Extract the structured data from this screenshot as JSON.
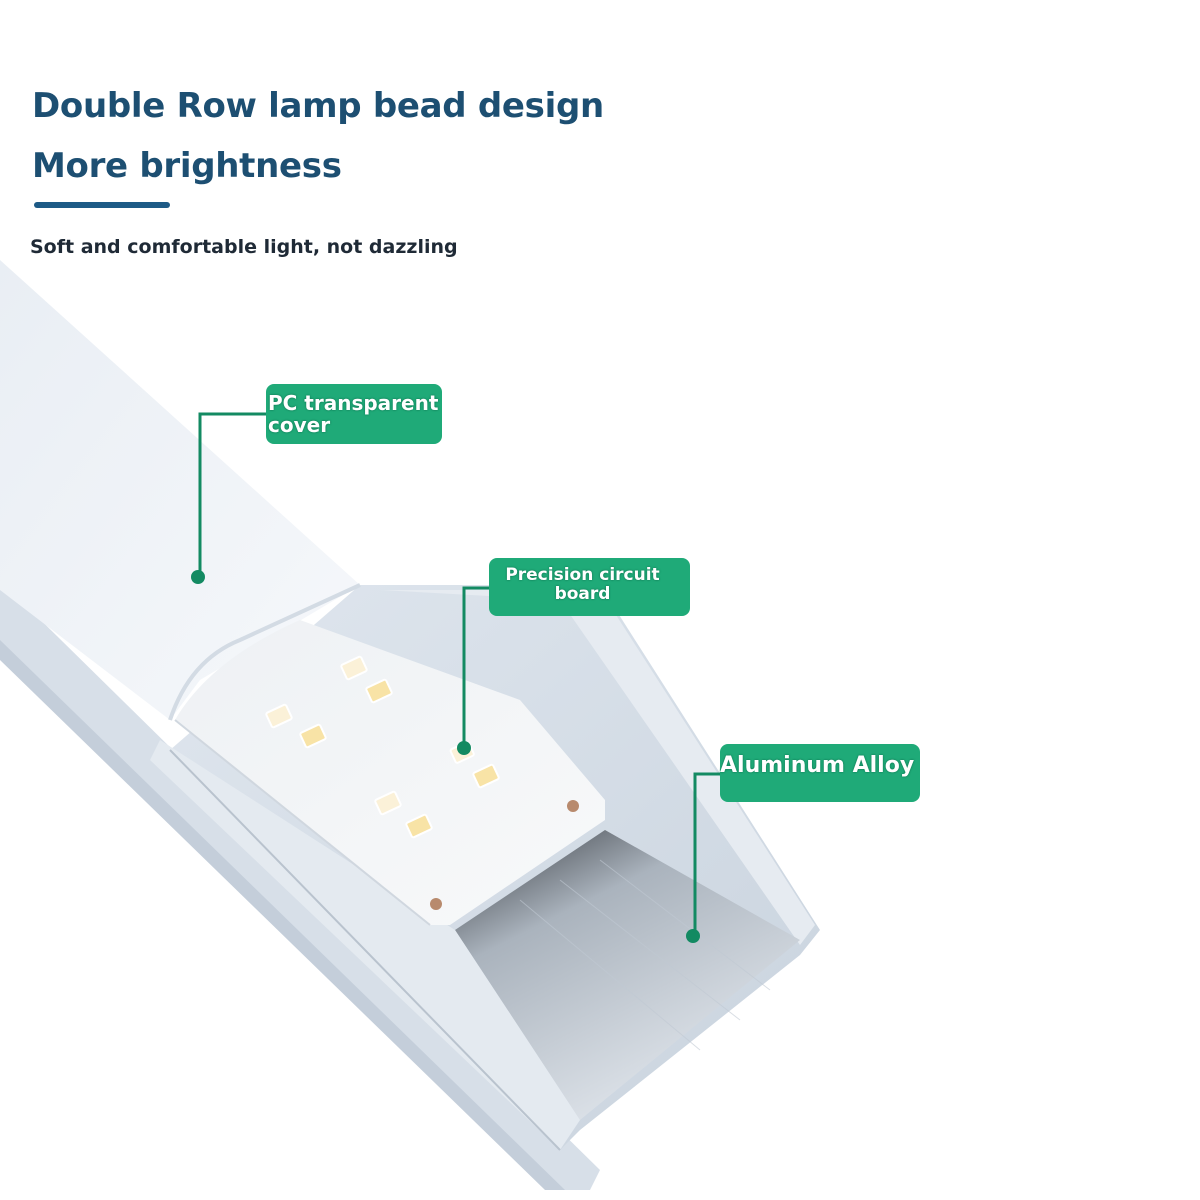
{
  "header": {
    "title_line1": "Double Row lamp bead design",
    "title_line2": "More brightness",
    "subtitle": "Soft and comfortable light, not dazzling"
  },
  "callouts": [
    {
      "line1": "PC transparent",
      "line2": "cover",
      "target": "pc-cover"
    },
    {
      "line1": "Precision circuit",
      "line2": "board",
      "target": "circuit-board"
    },
    {
      "line1": "Aluminum Alloy",
      "line2": "",
      "target": "aluminum-housing"
    }
  ],
  "colors": {
    "title": "#1d4f72",
    "underline": "#1d5a86",
    "callout_bg": "#1faa78",
    "leader_line": "#138a62"
  }
}
